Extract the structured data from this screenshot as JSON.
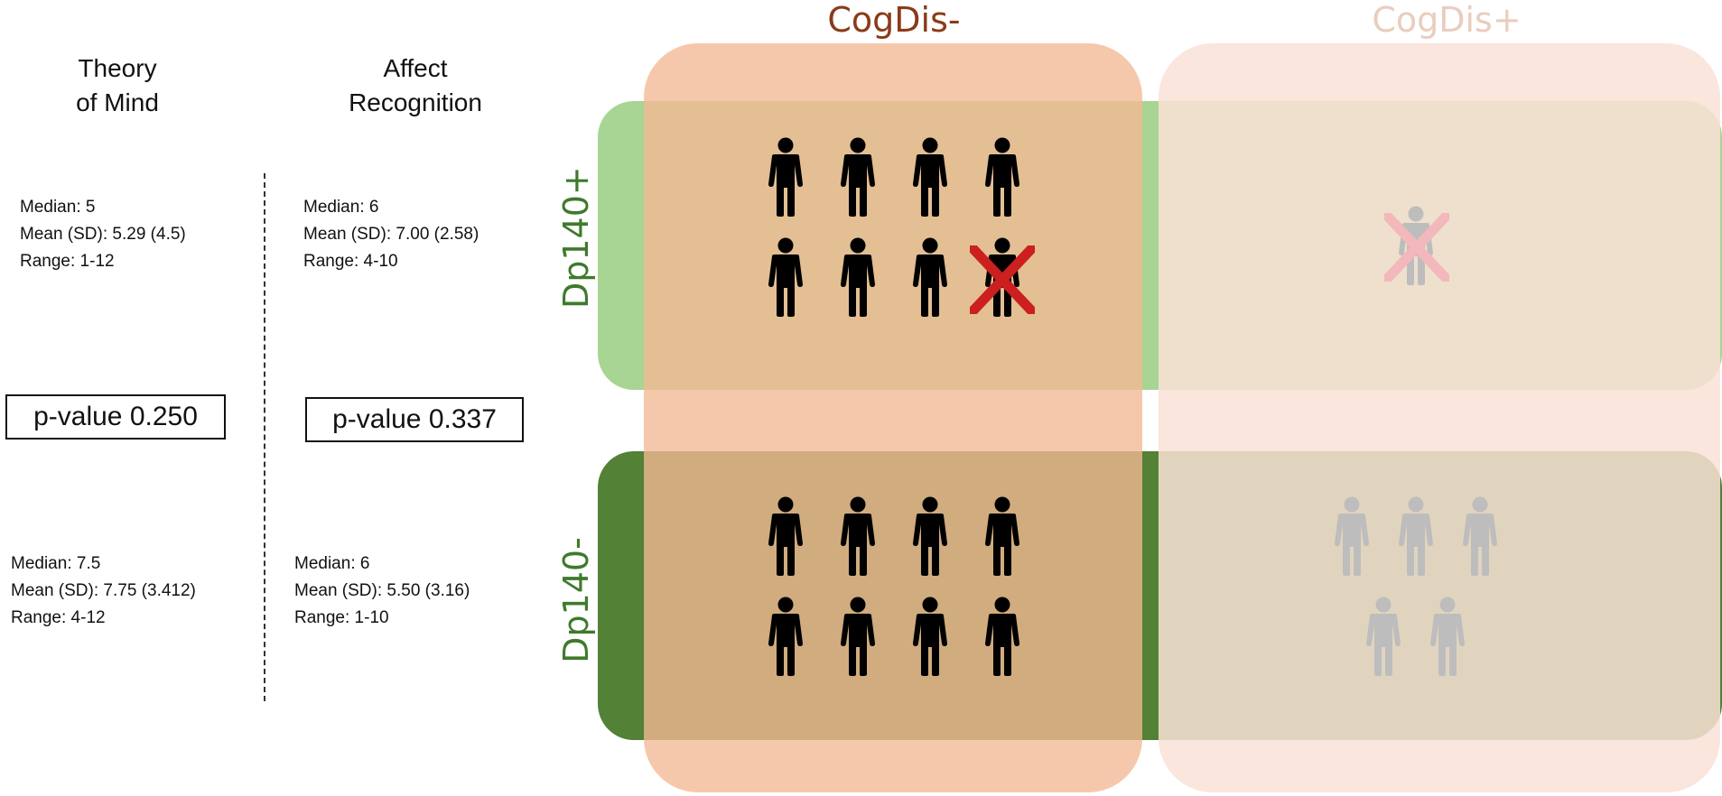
{
  "left_panel": {
    "tom_title_line1": "Theory",
    "tom_title_line2": "of Mind",
    "ar_title_line1": "Affect",
    "ar_title_line2": "Recognition",
    "tom_pos": {
      "median": "Median: 5",
      "mean": "Mean (SD): 5.29 (4.5)",
      "range": "Range: 1-12"
    },
    "ar_pos": {
      "median": "Median: 6",
      "mean": "Mean (SD): 7.00 (2.58)",
      "range": "Range: 4-10"
    },
    "tom_p": "p-value 0.250",
    "ar_p": "p-value 0.337",
    "tom_neg": {
      "median": "Median: 7.5",
      "mean": "Mean (SD): 7.75 (3.412)",
      "range": "Range: 4-12"
    },
    "ar_neg": {
      "median": "Median: 6",
      "mean": "Mean (SD): 5.50 (3.16)",
      "range": "Range: 1-10"
    }
  },
  "diagram": {
    "col_minus": "CogDis-",
    "col_plus": "CogDis+",
    "row_pos": "Dp140+",
    "row_neg": "Dp140-",
    "cells": {
      "cogdis_minus_dp140_pos": {
        "persons": 8,
        "excluded": 1
      },
      "cogdis_plus_dp140_pos": {
        "persons": 1,
        "excluded": 1
      },
      "cogdis_minus_dp140_neg": {
        "persons": 8,
        "excluded": 0
      },
      "cogdis_plus_dp140_neg": {
        "persons": 5,
        "excluded": 0
      }
    },
    "colors": {
      "col_minus_label": "#8B3A1A",
      "col_plus_label": "#E9CDBE",
      "row_pos_label": "#3E7A2C",
      "row_neg_label": "#3E7A2C",
      "band_pos": "#A8D494",
      "band_neg": "#538135",
      "col_minus_fill": "#F4B894",
      "col_plus_fill": "#F9E2D6",
      "person_active": "#000000",
      "person_faded": "#BDBDBD",
      "x_active": "#CC1F1F",
      "x_faded": "#F2B8BC"
    }
  }
}
